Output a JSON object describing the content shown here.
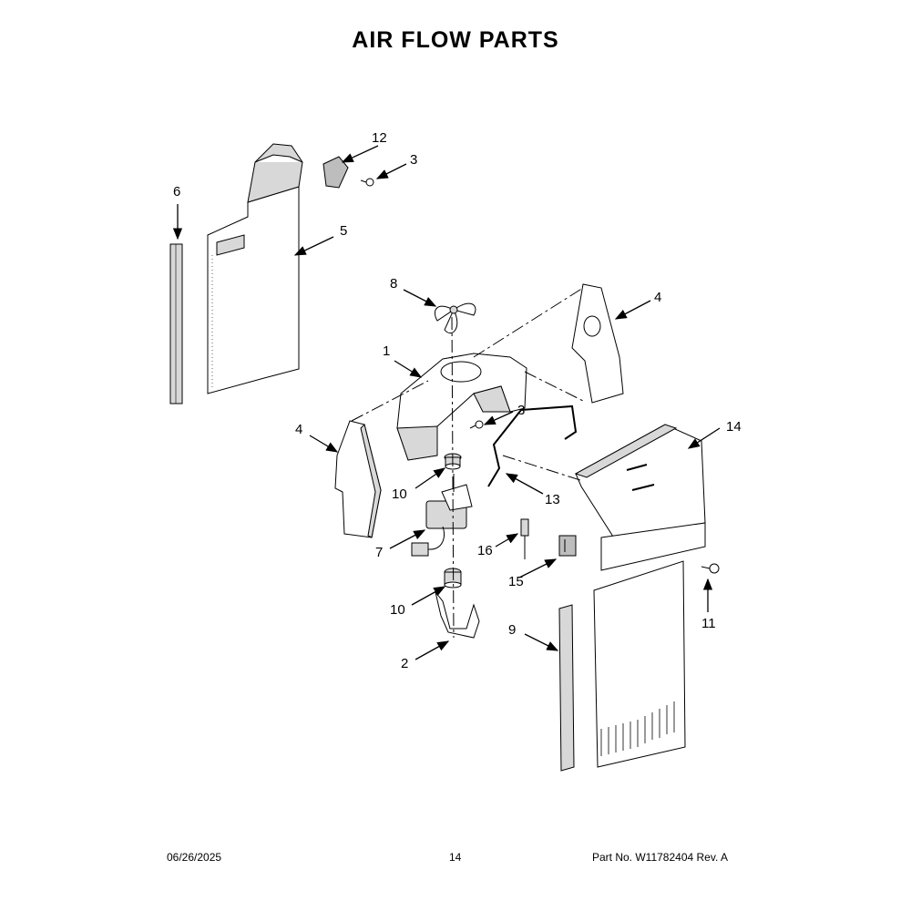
{
  "title": "AIR FLOW PARTS",
  "callouts": {
    "c1": "1",
    "c2": "2",
    "c3a": "3",
    "c3b": "3",
    "c4a": "4",
    "c4b": "4",
    "c5": "5",
    "c6": "6",
    "c7": "7",
    "c8": "8",
    "c9": "9",
    "c10a": "10",
    "c10b": "10",
    "c11": "11",
    "c12": "12",
    "c13": "13",
    "c14": "14",
    "c15": "15",
    "c16": "16"
  },
  "footer": {
    "date": "06/26/2025",
    "page": "14",
    "part": "Part No.  W11782404  Rev.  A"
  }
}
